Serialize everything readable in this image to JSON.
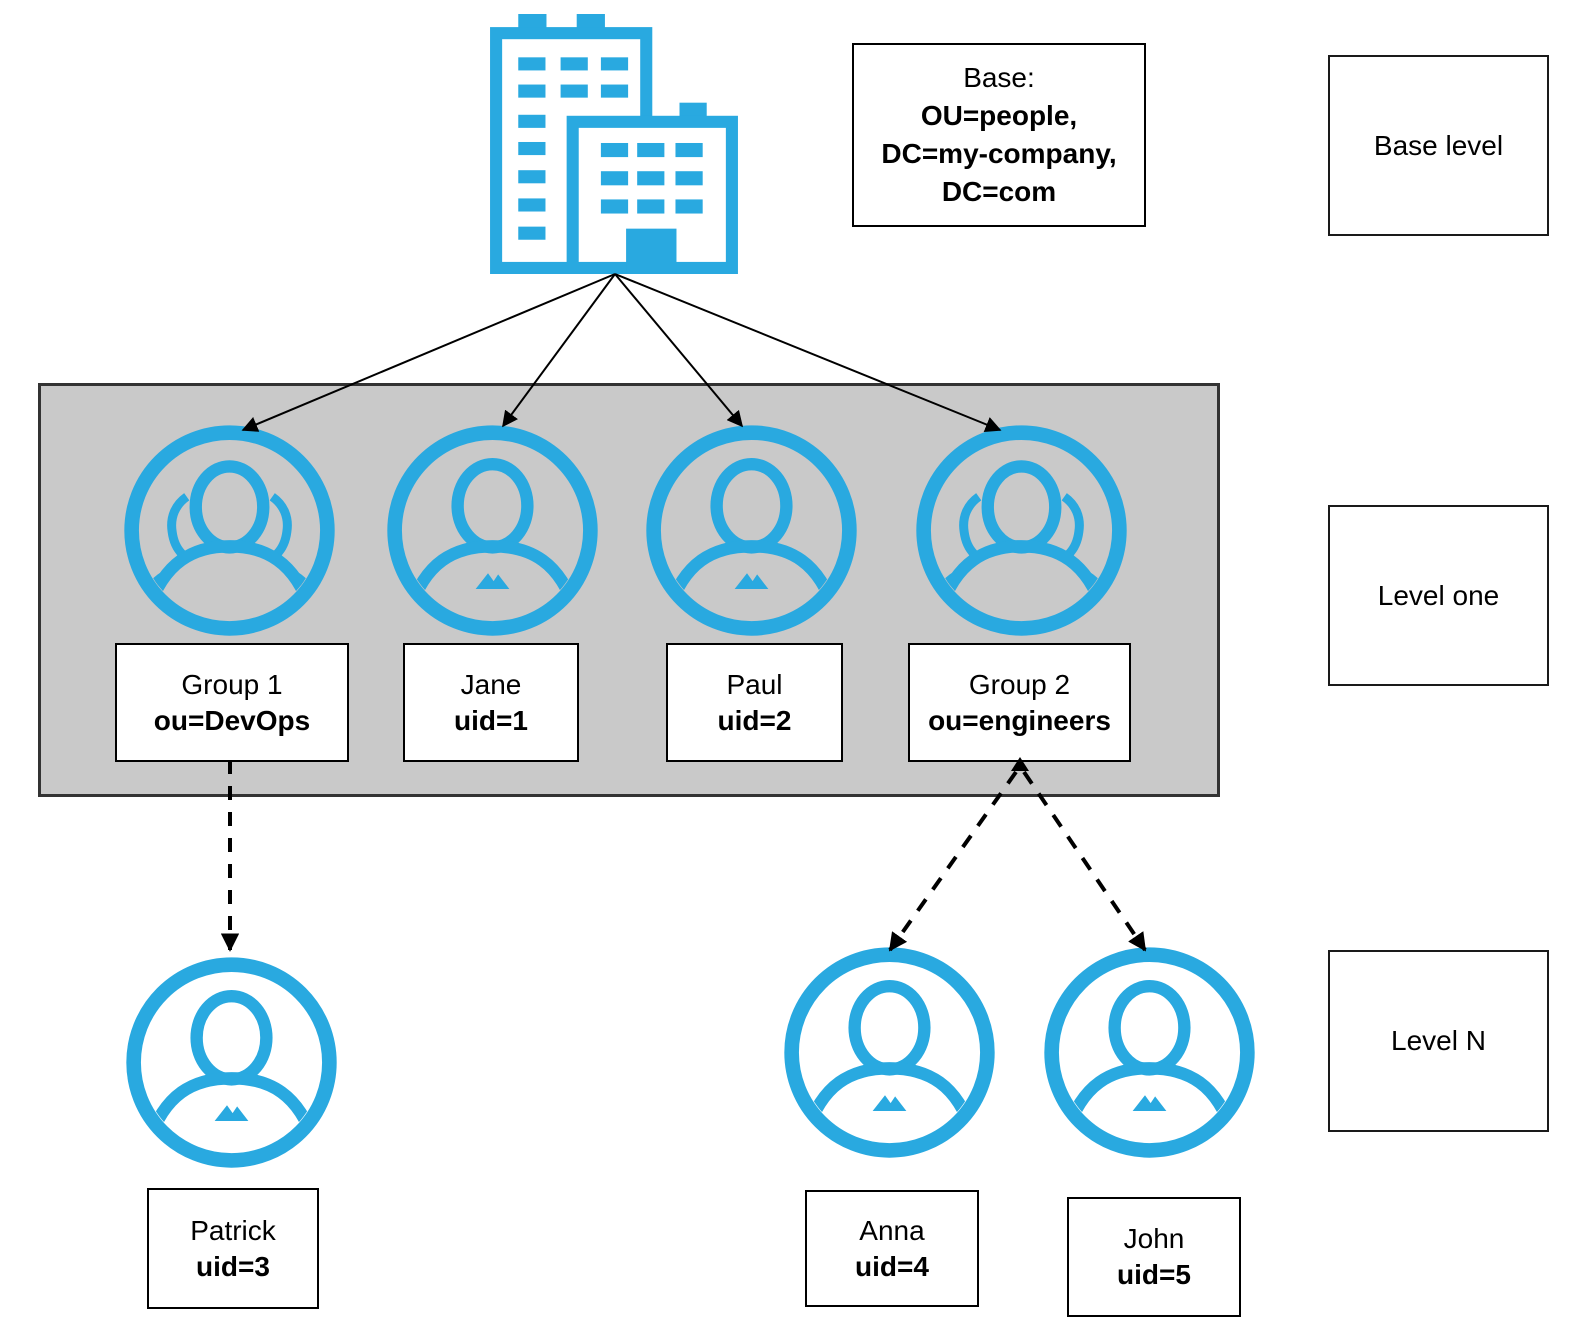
{
  "colors": {
    "accent_blue": "#29A9E0",
    "band_fill": "#C9C9C9",
    "band_border": "#333333"
  },
  "base_node": {
    "icon": "building-icon",
    "title": "Base:",
    "dn_lines": [
      "OU=people,",
      "DC=my-company,",
      "DC=com"
    ]
  },
  "level_labels": {
    "base": "Base level",
    "one": "Level one",
    "n": "Level N"
  },
  "level_one_nodes": [
    {
      "icon": "group-icon",
      "name": "Group 1",
      "attr": "ou=DevOps"
    },
    {
      "icon": "person-icon",
      "name": "Jane",
      "attr": "uid=1"
    },
    {
      "icon": "person-icon",
      "name": "Paul",
      "attr": "uid=2"
    },
    {
      "icon": "group-icon",
      "name": "Group 2",
      "attr": "ou=engineers"
    }
  ],
  "level_n_nodes": [
    {
      "icon": "person-icon",
      "name": "Patrick",
      "attr": "uid=3",
      "parent": "Group 1"
    },
    {
      "icon": "person-icon",
      "name": "Anna",
      "attr": "uid=4",
      "parent": "Group 2"
    },
    {
      "icon": "person-icon",
      "name": "John",
      "attr": "uid=5",
      "parent": "Group 2"
    }
  ],
  "connectors": {
    "solid_from_base_to": [
      "Group 1",
      "Jane",
      "Paul",
      "Group 2"
    ],
    "dashed": [
      {
        "from": "Group 1",
        "to": "Patrick"
      },
      {
        "from": "Group 2",
        "to": "Anna"
      },
      {
        "from": "Group 2",
        "to": "John"
      }
    ]
  }
}
